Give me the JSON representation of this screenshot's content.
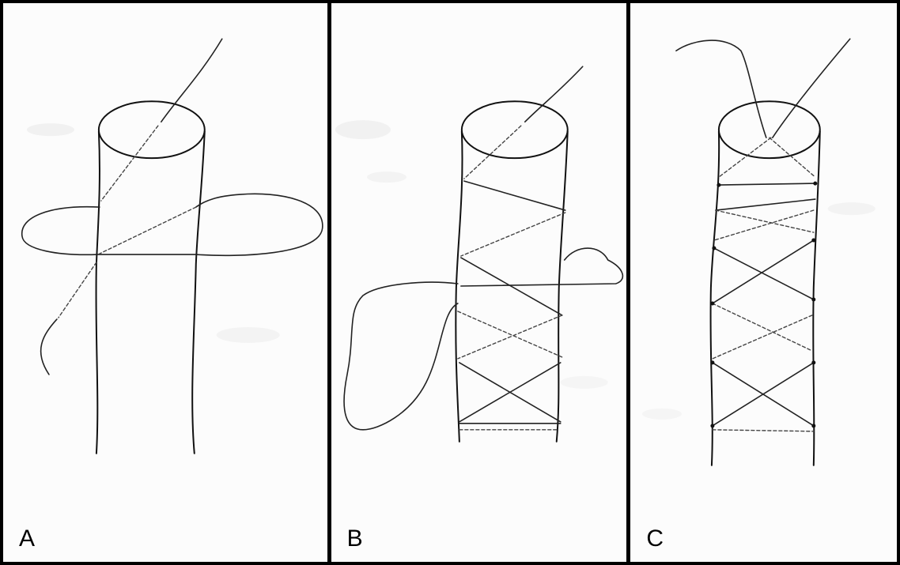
{
  "panels": [
    {
      "id": "a",
      "label": "A"
    },
    {
      "id": "b",
      "label": "B"
    },
    {
      "id": "c",
      "label": "C"
    }
  ]
}
